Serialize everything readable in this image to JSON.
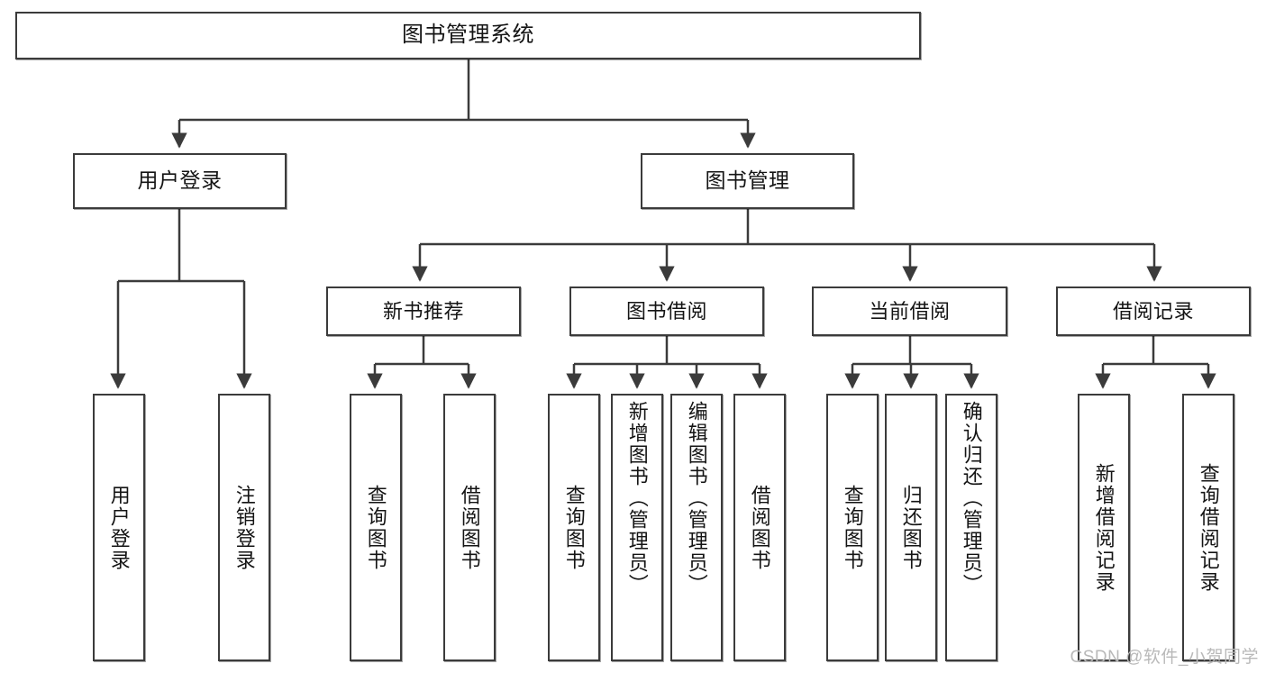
{
  "diagram": {
    "title": "图书管理系统",
    "type": "tree-hierarchy-chart",
    "root": {
      "id": "root",
      "label": "图书管理系统"
    },
    "level2": [
      {
        "id": "user-login",
        "label": "用户登录"
      },
      {
        "id": "book-manage",
        "label": "图书管理"
      }
    ],
    "level3": [
      {
        "id": "new-book-recommend",
        "label": "新书推荐",
        "parent": "book-manage"
      },
      {
        "id": "book-borrow",
        "label": "图书借阅",
        "parent": "book-manage"
      },
      {
        "id": "current-borrow",
        "label": "当前借阅",
        "parent": "book-manage"
      },
      {
        "id": "borrow-record",
        "label": "借阅记录",
        "parent": "book-manage"
      }
    ],
    "leaves": [
      {
        "id": "leaf-user-login",
        "label": "用户登录",
        "parent": "user-login"
      },
      {
        "id": "leaf-logout",
        "label": "注销登录",
        "parent": "user-login"
      },
      {
        "id": "leaf-query-book-1",
        "label": "查询图书",
        "parent": "new-book-recommend"
      },
      {
        "id": "leaf-borrow-book-1",
        "label": "借阅图书",
        "parent": "new-book-recommend"
      },
      {
        "id": "leaf-query-book-2",
        "label": "查询图书",
        "parent": "book-borrow"
      },
      {
        "id": "leaf-add-book",
        "label": "新增图书（管理员）",
        "parent": "book-borrow"
      },
      {
        "id": "leaf-edit-book",
        "label": "编辑图书（管理员）",
        "parent": "book-borrow"
      },
      {
        "id": "leaf-borrow-book-2",
        "label": "借阅图书",
        "parent": "book-borrow"
      },
      {
        "id": "leaf-query-book-3",
        "label": "查询图书",
        "parent": "current-borrow"
      },
      {
        "id": "leaf-return-book",
        "label": "归还图书",
        "parent": "current-borrow"
      },
      {
        "id": "leaf-confirm-return",
        "label": "确认归还（管理员）",
        "parent": "current-borrow"
      },
      {
        "id": "leaf-add-record",
        "label": "新增借阅记录",
        "parent": "borrow-record"
      },
      {
        "id": "leaf-query-record",
        "label": "查询借阅记录",
        "parent": "borrow-record"
      }
    ]
  },
  "watermark": {
    "text": "CSDN @软件_小贺同学"
  },
  "colors": {
    "box_border": "#3b3b3b",
    "box_fill": "#ffffff",
    "connector": "#3b3b3b",
    "text": "#141414",
    "watermark": "#b9b9b9",
    "background": "#ffffff"
  }
}
